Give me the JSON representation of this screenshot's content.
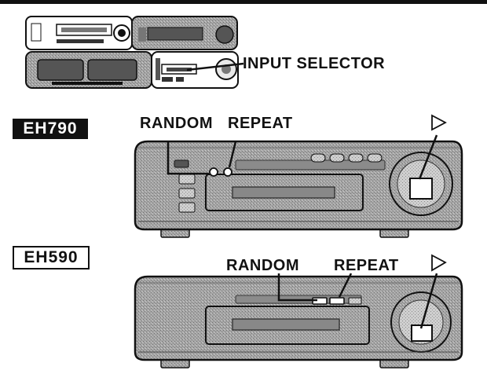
{
  "top_diagram": {
    "input_selector_label": "INPUT SELECTOR"
  },
  "eh790": {
    "model_label": "EH790",
    "random_label": "RANDOM",
    "repeat_label": "REPEAT",
    "play_icon": "play-triangle-icon"
  },
  "eh590": {
    "model_label": "EH590",
    "random_label": "RANDOM",
    "repeat_label": "REPEAT",
    "play_icon": "play-triangle-icon"
  },
  "colors": {
    "ink": "#111111",
    "panel": "#9a9a9a",
    "panel_light": "#c8c8c8",
    "paper": "#ffffff"
  }
}
